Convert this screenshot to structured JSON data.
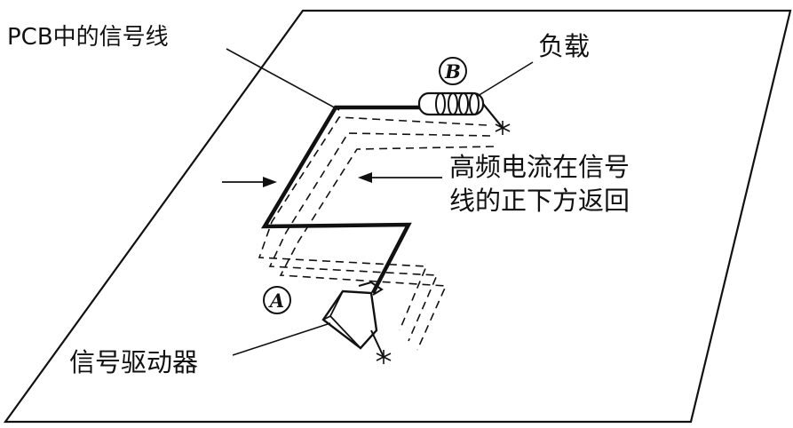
{
  "labels": {
    "pcb_signal_line": "PCB中的信号线",
    "load": "负载",
    "return_current_line1": "高频电流在信号",
    "return_current_line2": "线的正下方返回",
    "signal_driver": "信号驱动器"
  },
  "markers": {
    "a": "A",
    "b": "B"
  },
  "colors": {
    "ink": "#111111",
    "background": "#ffffff"
  }
}
